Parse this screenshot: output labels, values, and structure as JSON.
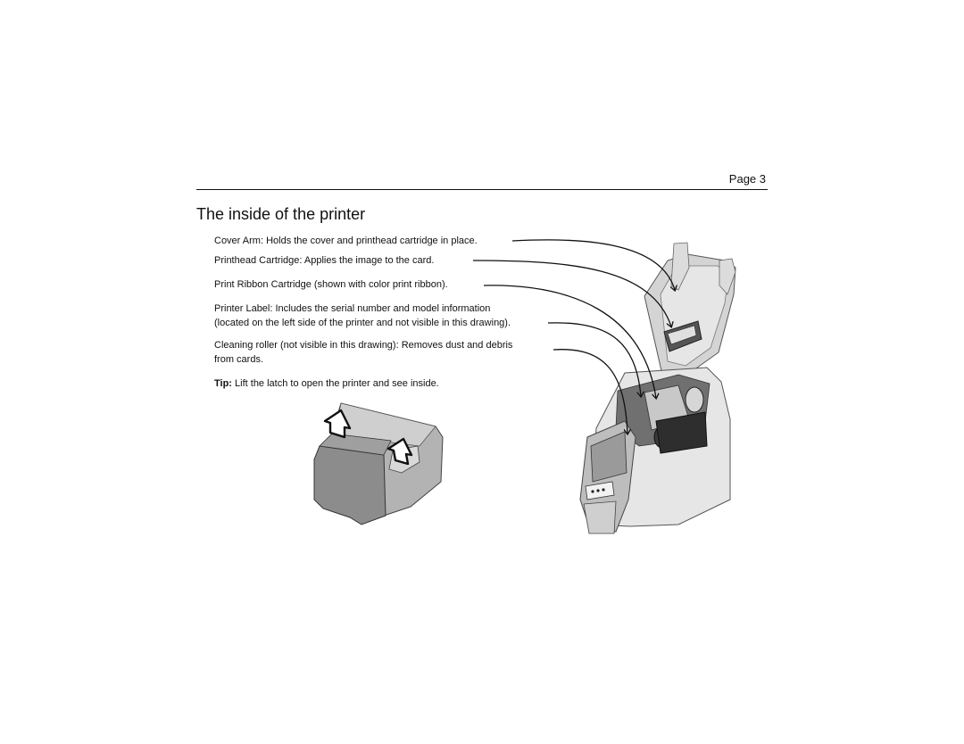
{
  "header": {
    "page_label": "Page 3"
  },
  "section": {
    "title": "The inside of the printer"
  },
  "callouts": [
    {
      "line1": "Cover Arm: Holds the cover and printhead cartridge in place.",
      "line2": ""
    },
    {
      "line1": "Printhead Cartridge: Applies the image to the card.",
      "line2": ""
    },
    {
      "line1": "Print Ribbon Cartridge (shown with color print ribbon).",
      "line2": ""
    },
    {
      "line1": "Printer Label: Includes the serial number and model information",
      "line2": "(located on the left side of the printer and not visible in this drawing)."
    },
    {
      "line1": "Cleaning roller (not visible in this drawing): Removes dust and debris",
      "line2": "from cards."
    }
  ],
  "tip": {
    "label": "Tip:",
    "text": "Lift the latch to open the printer and see inside."
  }
}
